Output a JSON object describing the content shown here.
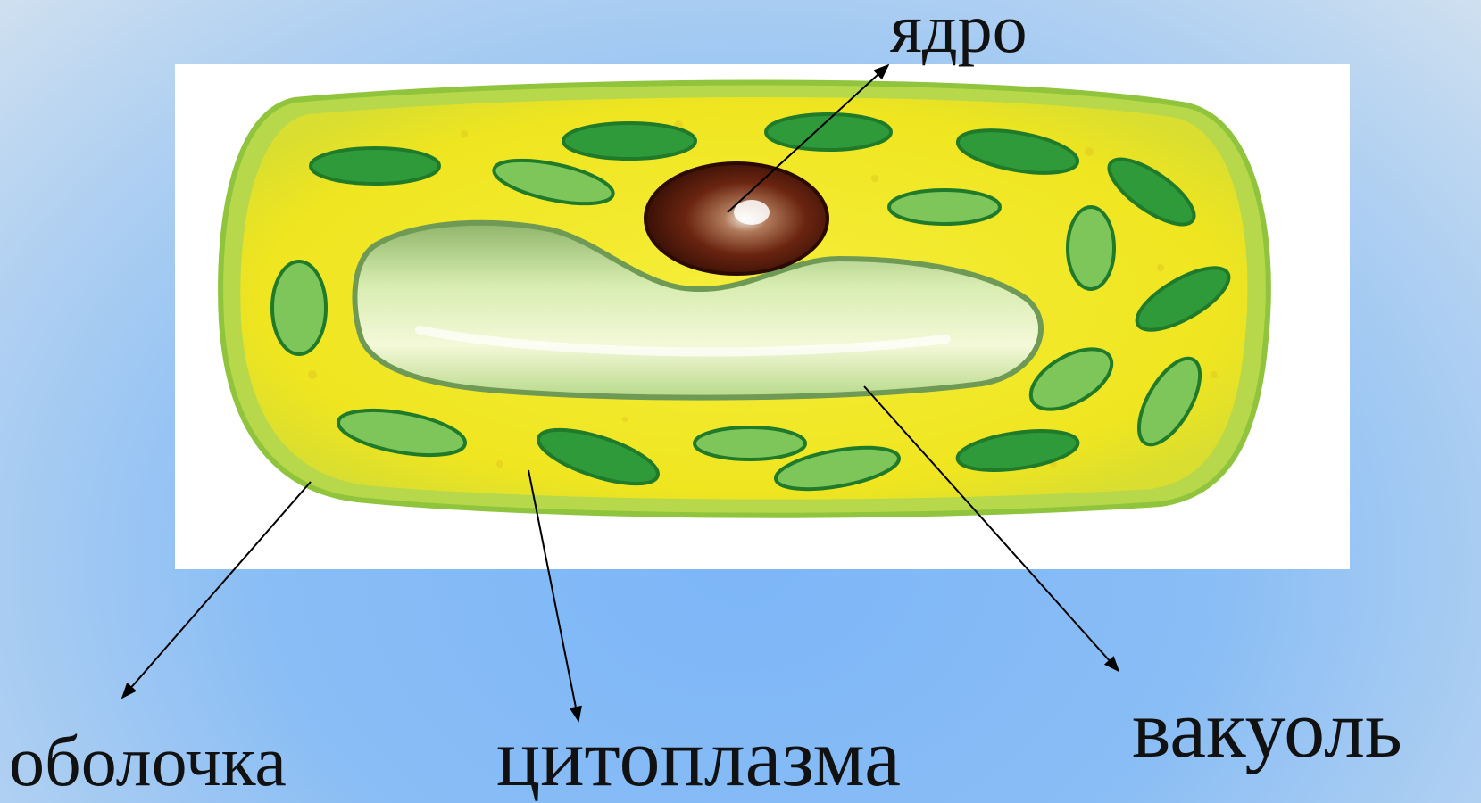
{
  "labels": {
    "nucleus": "ядро",
    "membrane": "оболочка",
    "cytoplasm": "цитоплазма",
    "vacuole": "вакуоль"
  },
  "colors": {
    "cytoplasm": "#f2ec20",
    "cell_edge": "#9ccf3a",
    "chloroplast": "#2f9a3a",
    "chloroplast_light": "#7ec65a",
    "vacuole": "#c9e79a",
    "nucleus": "#5a1e0e",
    "arrow": "#000000"
  }
}
